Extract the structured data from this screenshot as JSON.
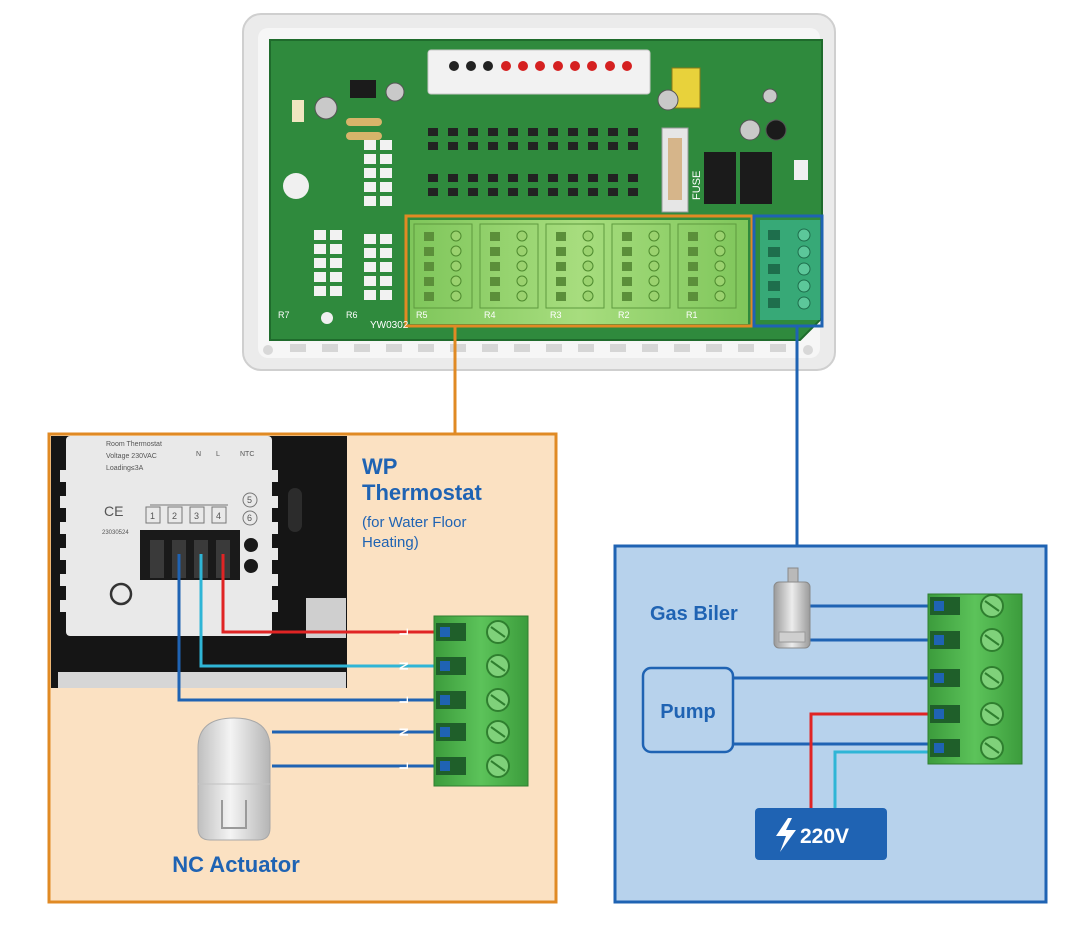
{
  "board": {
    "model_text": "YW0302",
    "fuse_label": "FUSE",
    "relay_labels": [
      "R5",
      "R4",
      "R3",
      "R2",
      "R1"
    ],
    "side_labels": [
      "R7",
      "R6"
    ]
  },
  "left_panel": {
    "title_line1": "WP",
    "title_line2": "Thermostat",
    "subtitle_line1": "(for Water Floor",
    "subtitle_line2": "Heating)",
    "actuator_label": "NC Actuator",
    "thermostat_face": {
      "line1": "Room Thermostat",
      "line2": "Voltage 230VAC",
      "line3": "Loading≤3A",
      "terminals": [
        "1",
        "2",
        "3",
        "4",
        "5",
        "6"
      ],
      "top_marks": [
        "N",
        "L",
        "NTC"
      ],
      "code": "23030524"
    },
    "connector_marks": [
      "L",
      "N",
      "L",
      "N",
      "L"
    ]
  },
  "right_panel": {
    "boiler_label": "Gas Biler",
    "pump_label": "Pump",
    "power_label": "220V",
    "power_icon": "lightning-bolt-icon"
  },
  "colors": {
    "orange_frame": "#e08a24",
    "blue_frame": "#1f63b3",
    "left_bg": "#fbe1c2",
    "right_bg": "#b7d2ec",
    "wire_red": "#e02424",
    "wire_cyan": "#2fb5d6",
    "wire_blue": "#1f63b3",
    "terminal_green": "#48b248",
    "pcb_green": "#2f8a3d"
  }
}
